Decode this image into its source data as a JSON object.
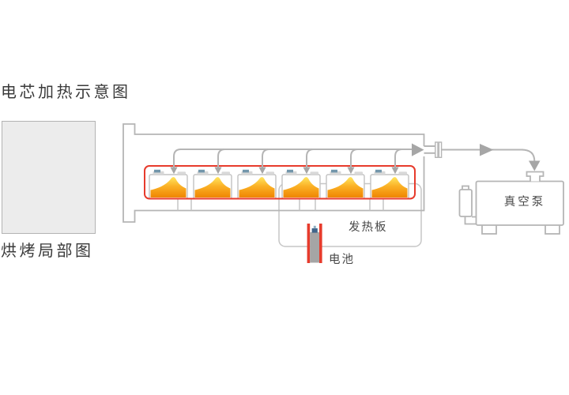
{
  "titles": {
    "main": "电芯加热示意图",
    "detail": "烘烤局部图"
  },
  "labels": {
    "heating_plate": "发热板",
    "battery": "电池",
    "vacuum_pump": "真空泵"
  },
  "diagram": {
    "cell_count": 6
  },
  "colors": {
    "heat_red": "#e73b2c",
    "pipe": "#b5b5b5",
    "arrow": "#a6a6a6",
    "outline": "#c2c2c2",
    "box_outline": "#c6c6c6",
    "flame_top": "#ffe55e",
    "flame_mid": "#fbb126",
    "flame_bottom": "#ef8500",
    "tab_blue": "#7296ab",
    "tab_gray": "#d8d8d8",
    "battery_body": "#a5a5a5",
    "battery_cap": "#41658a",
    "battery_cap_nub": "#8fafc2"
  }
}
